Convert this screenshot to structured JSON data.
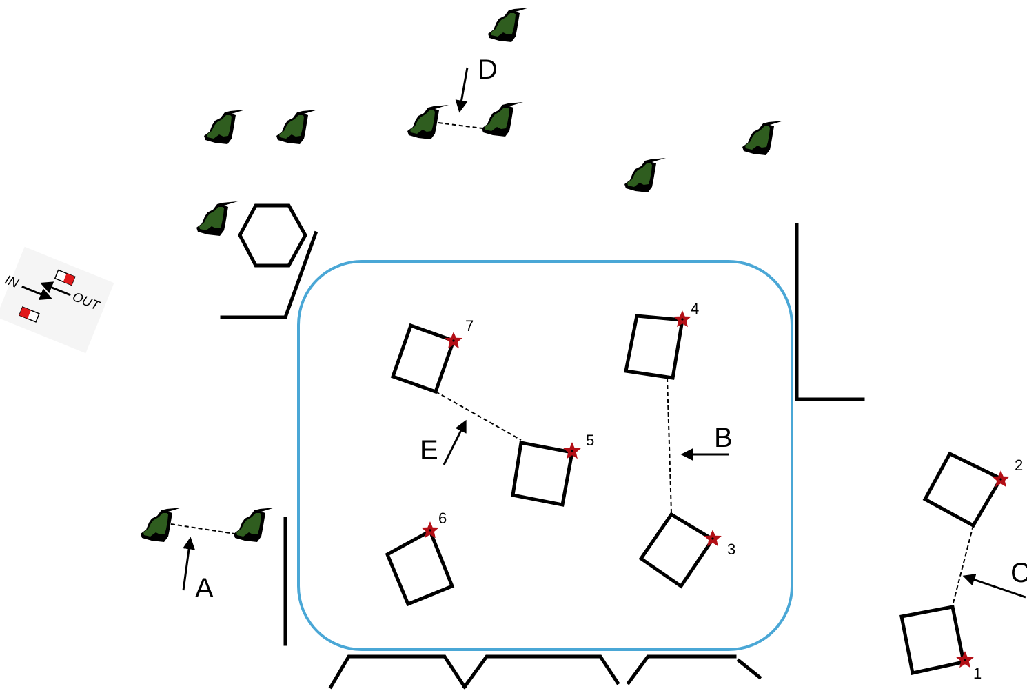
{
  "diagram": {
    "labels": {
      "A": "A",
      "B": "B",
      "C": "C",
      "D": "D",
      "E": "E"
    },
    "box_numbers": [
      "1",
      "2",
      "3",
      "4",
      "5",
      "6",
      "7"
    ],
    "legend": {
      "in": "IN",
      "out": "OUT"
    },
    "colors": {
      "arena_border": "#4aa7d6",
      "star": "#b30f16",
      "plant_fill": "#2f5d1f",
      "plant_outline": "#000000",
      "legend_red": "#e0191b"
    },
    "icons": {
      "plant": "green-plant-icon",
      "star": "red-star-icon",
      "hexagon": "hexagon-shape",
      "legend_switch": "toggle-switch-icon"
    }
  }
}
